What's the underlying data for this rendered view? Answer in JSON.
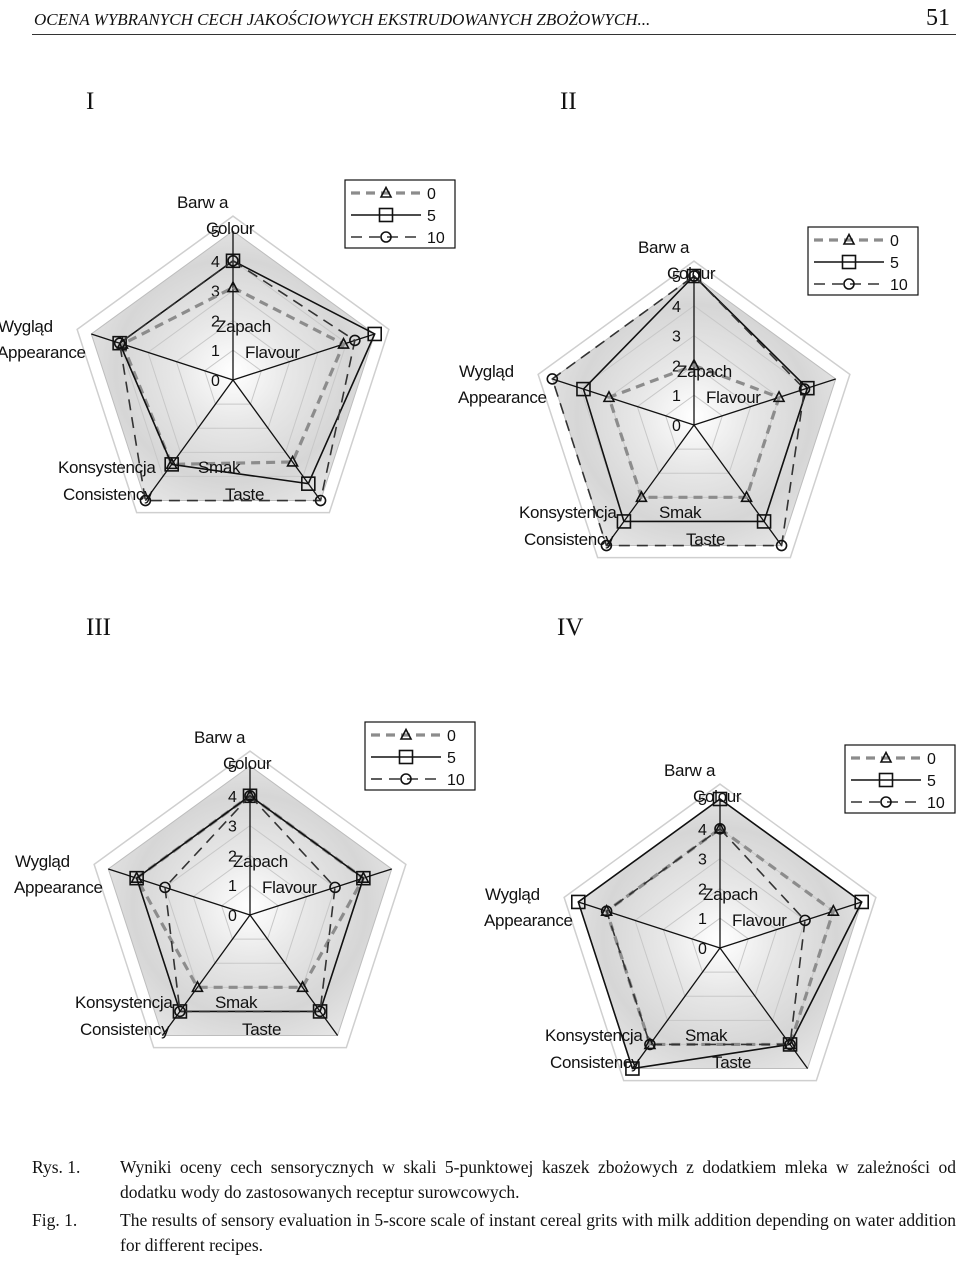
{
  "header": {
    "title": "OCENA WYBRANYCH CECH JAKOŚCIOWYCH EKSTRUDOWANYCH ZBOŻOWYCH...",
    "page": "51"
  },
  "colors": {
    "series_dashed_gray": "#8c8c8c",
    "series_solid": "#111111",
    "series_dashed": "#333333"
  },
  "chart_data": [
    {
      "type": "radar",
      "panel": "I",
      "axes": [
        "Barw a|Colour",
        "Zapach|Flavour",
        "Smak|Taste",
        "Konsystencja|Consistency",
        "Wygląd|Appearance"
      ],
      "ticks": [
        "0",
        "1",
        "2",
        "3",
        "4",
        "5"
      ],
      "rlim": [
        0,
        5
      ],
      "legend": {
        "entries": [
          "0",
          "5",
          "10"
        ],
        "position": "top-right"
      },
      "series": [
        {
          "name": "0",
          "values": [
            3.1,
            3.9,
            3.4,
            3.5,
            3.9
          ]
        },
        {
          "name": "5",
          "values": [
            4.0,
            5.0,
            4.3,
            3.5,
            4.0
          ]
        },
        {
          "name": "10",
          "values": [
            4.0,
            4.3,
            5.0,
            5.0,
            4.0
          ]
        }
      ]
    },
    {
      "type": "radar",
      "panel": "II",
      "axes": [
        "Barw a|Colour",
        "Zapach|Flavour",
        "Smak|Taste",
        "Konsystencja|Consistency",
        "Wygląd|Appearance"
      ],
      "ticks": [
        "0",
        "1",
        "2",
        "3",
        "4",
        "5"
      ],
      "rlim": [
        0,
        5
      ],
      "legend": {
        "entries": [
          "0",
          "5",
          "10"
        ],
        "position": "top-right"
      },
      "series": [
        {
          "name": "0",
          "values": [
            2.0,
            3.0,
            3.0,
            3.0,
            3.0
          ]
        },
        {
          "name": "5",
          "values": [
            5.0,
            4.0,
            4.0,
            4.0,
            3.9
          ]
        },
        {
          "name": "10",
          "values": [
            5.0,
            3.9,
            5.0,
            5.0,
            5.0
          ]
        }
      ]
    },
    {
      "type": "radar",
      "panel": "III",
      "axes": [
        "Barw a|Colour",
        "Zapach|Flavour",
        "Smak|Taste",
        "Konsystencja|Consistency",
        "Wygląd|Appearance"
      ],
      "ticks": [
        "0",
        "1",
        "2",
        "3",
        "4",
        "5"
      ],
      "rlim": [
        0,
        5
      ],
      "legend": {
        "entries": [
          "0",
          "5",
          "10"
        ],
        "position": "top-right"
      },
      "series": [
        {
          "name": "0",
          "values": [
            4.0,
            4.0,
            3.0,
            3.0,
            4.0
          ]
        },
        {
          "name": "5",
          "values": [
            4.0,
            4.0,
            4.0,
            4.0,
            4.0
          ]
        },
        {
          "name": "10",
          "values": [
            4.0,
            3.0,
            4.0,
            4.0,
            3.0
          ]
        }
      ]
    },
    {
      "type": "radar",
      "panel": "IV",
      "axes": [
        "Barw a|Colour",
        "Zapach|Flavour",
        "Smak|Taste",
        "Konsystencja|Consistency",
        "Wygląd|Appearance"
      ],
      "ticks": [
        "0",
        "1",
        "2",
        "3",
        "4",
        "5"
      ],
      "rlim": [
        0,
        5
      ],
      "legend": {
        "entries": [
          "0",
          "5",
          "10"
        ],
        "position": "top-right"
      },
      "series": [
        {
          "name": "0",
          "values": [
            4.0,
            4.0,
            4.0,
            4.0,
            4.0
          ]
        },
        {
          "name": "5",
          "values": [
            5.0,
            5.0,
            4.0,
            5.0,
            5.0
          ]
        },
        {
          "name": "10",
          "values": [
            4.0,
            3.0,
            4.0,
            4.0,
            4.0
          ]
        }
      ]
    }
  ],
  "caption": {
    "pl_tag": "Rys. 1.",
    "pl_text": "Wyniki oceny cech sensorycznych w skali 5-punktowej kaszek zbożowych z dodatkiem mleka w zależności od dodatku wody do zastosowanych receptur surowcowych.",
    "en_tag": "Fig. 1.",
    "en_text": "The results of sensory evaluation in 5-score scale of instant cereal grits with milk addition depending on water addition for different recipes."
  }
}
